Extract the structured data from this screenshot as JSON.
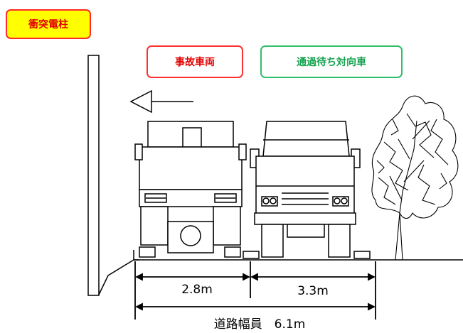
{
  "labels": {
    "pole": "衝突電柱",
    "accident_vehicle": "事故車両",
    "oncoming_vehicle": "通過待ち対向車"
  },
  "dimensions": {
    "left_lane": "2.8m",
    "right_lane": "3.3m",
    "road_width": "道路幅員　6.1m"
  },
  "colors": {
    "pole_label_fill": "#ffff00",
    "accident_red": "#e00000",
    "oncoming_green": "#13a24e"
  },
  "icons": [
    "arrow-left-icon",
    "utility-pole-icon",
    "truck-rear-icon",
    "truck-front-icon",
    "tree-icon"
  ]
}
